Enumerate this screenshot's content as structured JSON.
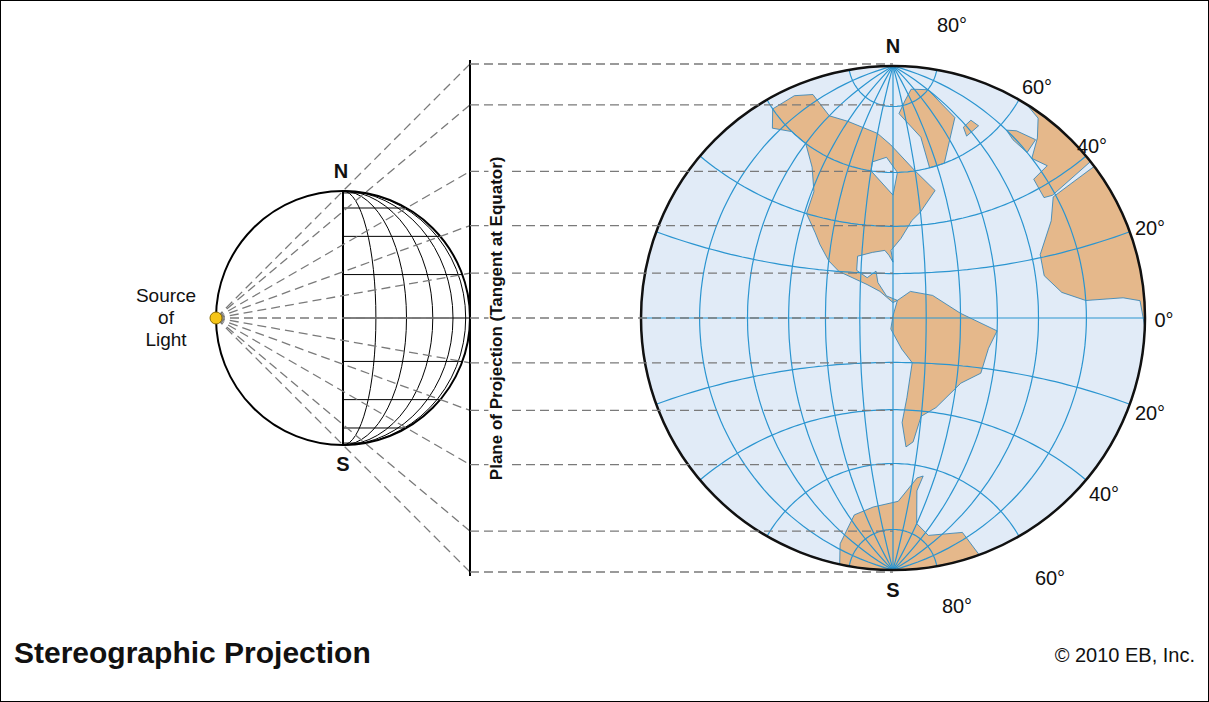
{
  "diagram": {
    "title": "Stereographic Projection",
    "caption": "© 2010 EB, Inc.",
    "labels": [
      "N",
      "S",
      "Source of Light",
      "Plane of Projection (Tangent at Equator)",
      "N",
      "80°",
      "60°",
      "40°",
      "20°",
      "0°",
      "20°",
      "40°",
      "60°",
      "80°",
      "S"
    ]
  }
}
